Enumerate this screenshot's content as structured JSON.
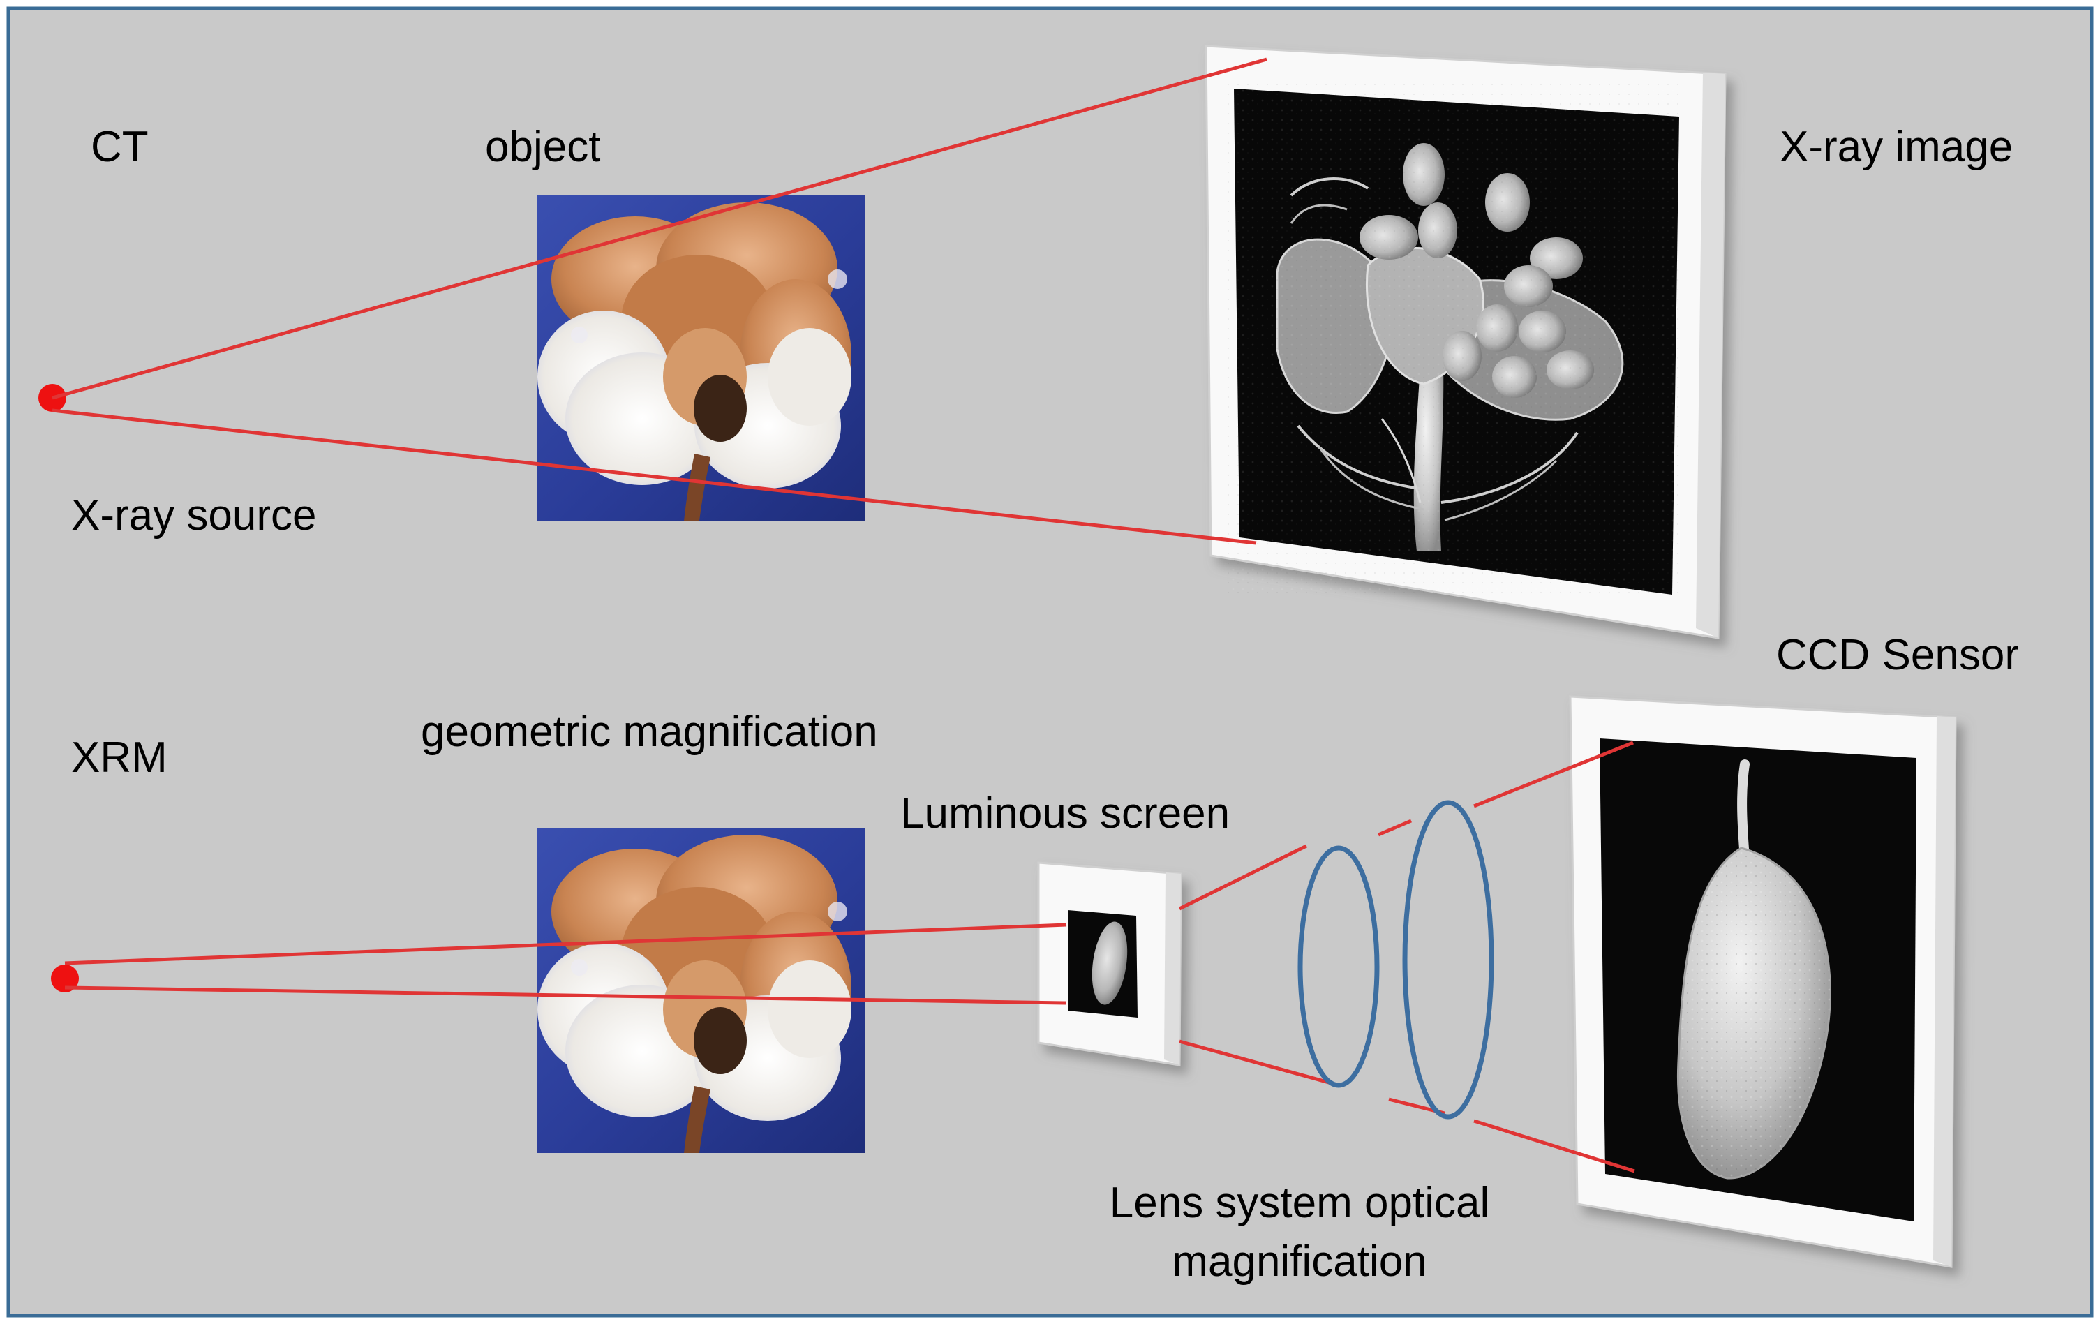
{
  "colors": {
    "background": "#c9c9c9",
    "frame_border": "#3a6c96",
    "ray": "#e03535",
    "source_dot": "#ee1111",
    "lens": "#3d6ea0",
    "screen_frame": "#fafafa",
    "image_bg": "#080808",
    "sky_blue": "#2a3f9c",
    "cotton_white": "#f4f1ec",
    "cotton_tan": "#d59a6a"
  },
  "icons": {
    "ct_object": "cotton-boll-photo",
    "xrm_object": "cotton-boll-photo",
    "ct_image": "xray-flower-rendering",
    "luminous_image": "seed-thumbnail",
    "ccd_image": "seed-rendering"
  },
  "labels": {
    "ct": "CT",
    "object": "object",
    "xray_image": "X-ray image",
    "xray_source": "X-ray source",
    "ccd_sensor": "CCD Sensor",
    "xrm": "XRM",
    "geometric_magnification": "geometric magnification",
    "luminous_screen": "Luminous screen",
    "lens_system_line1": "Lens system optical",
    "lens_system_line2": "magnification"
  }
}
